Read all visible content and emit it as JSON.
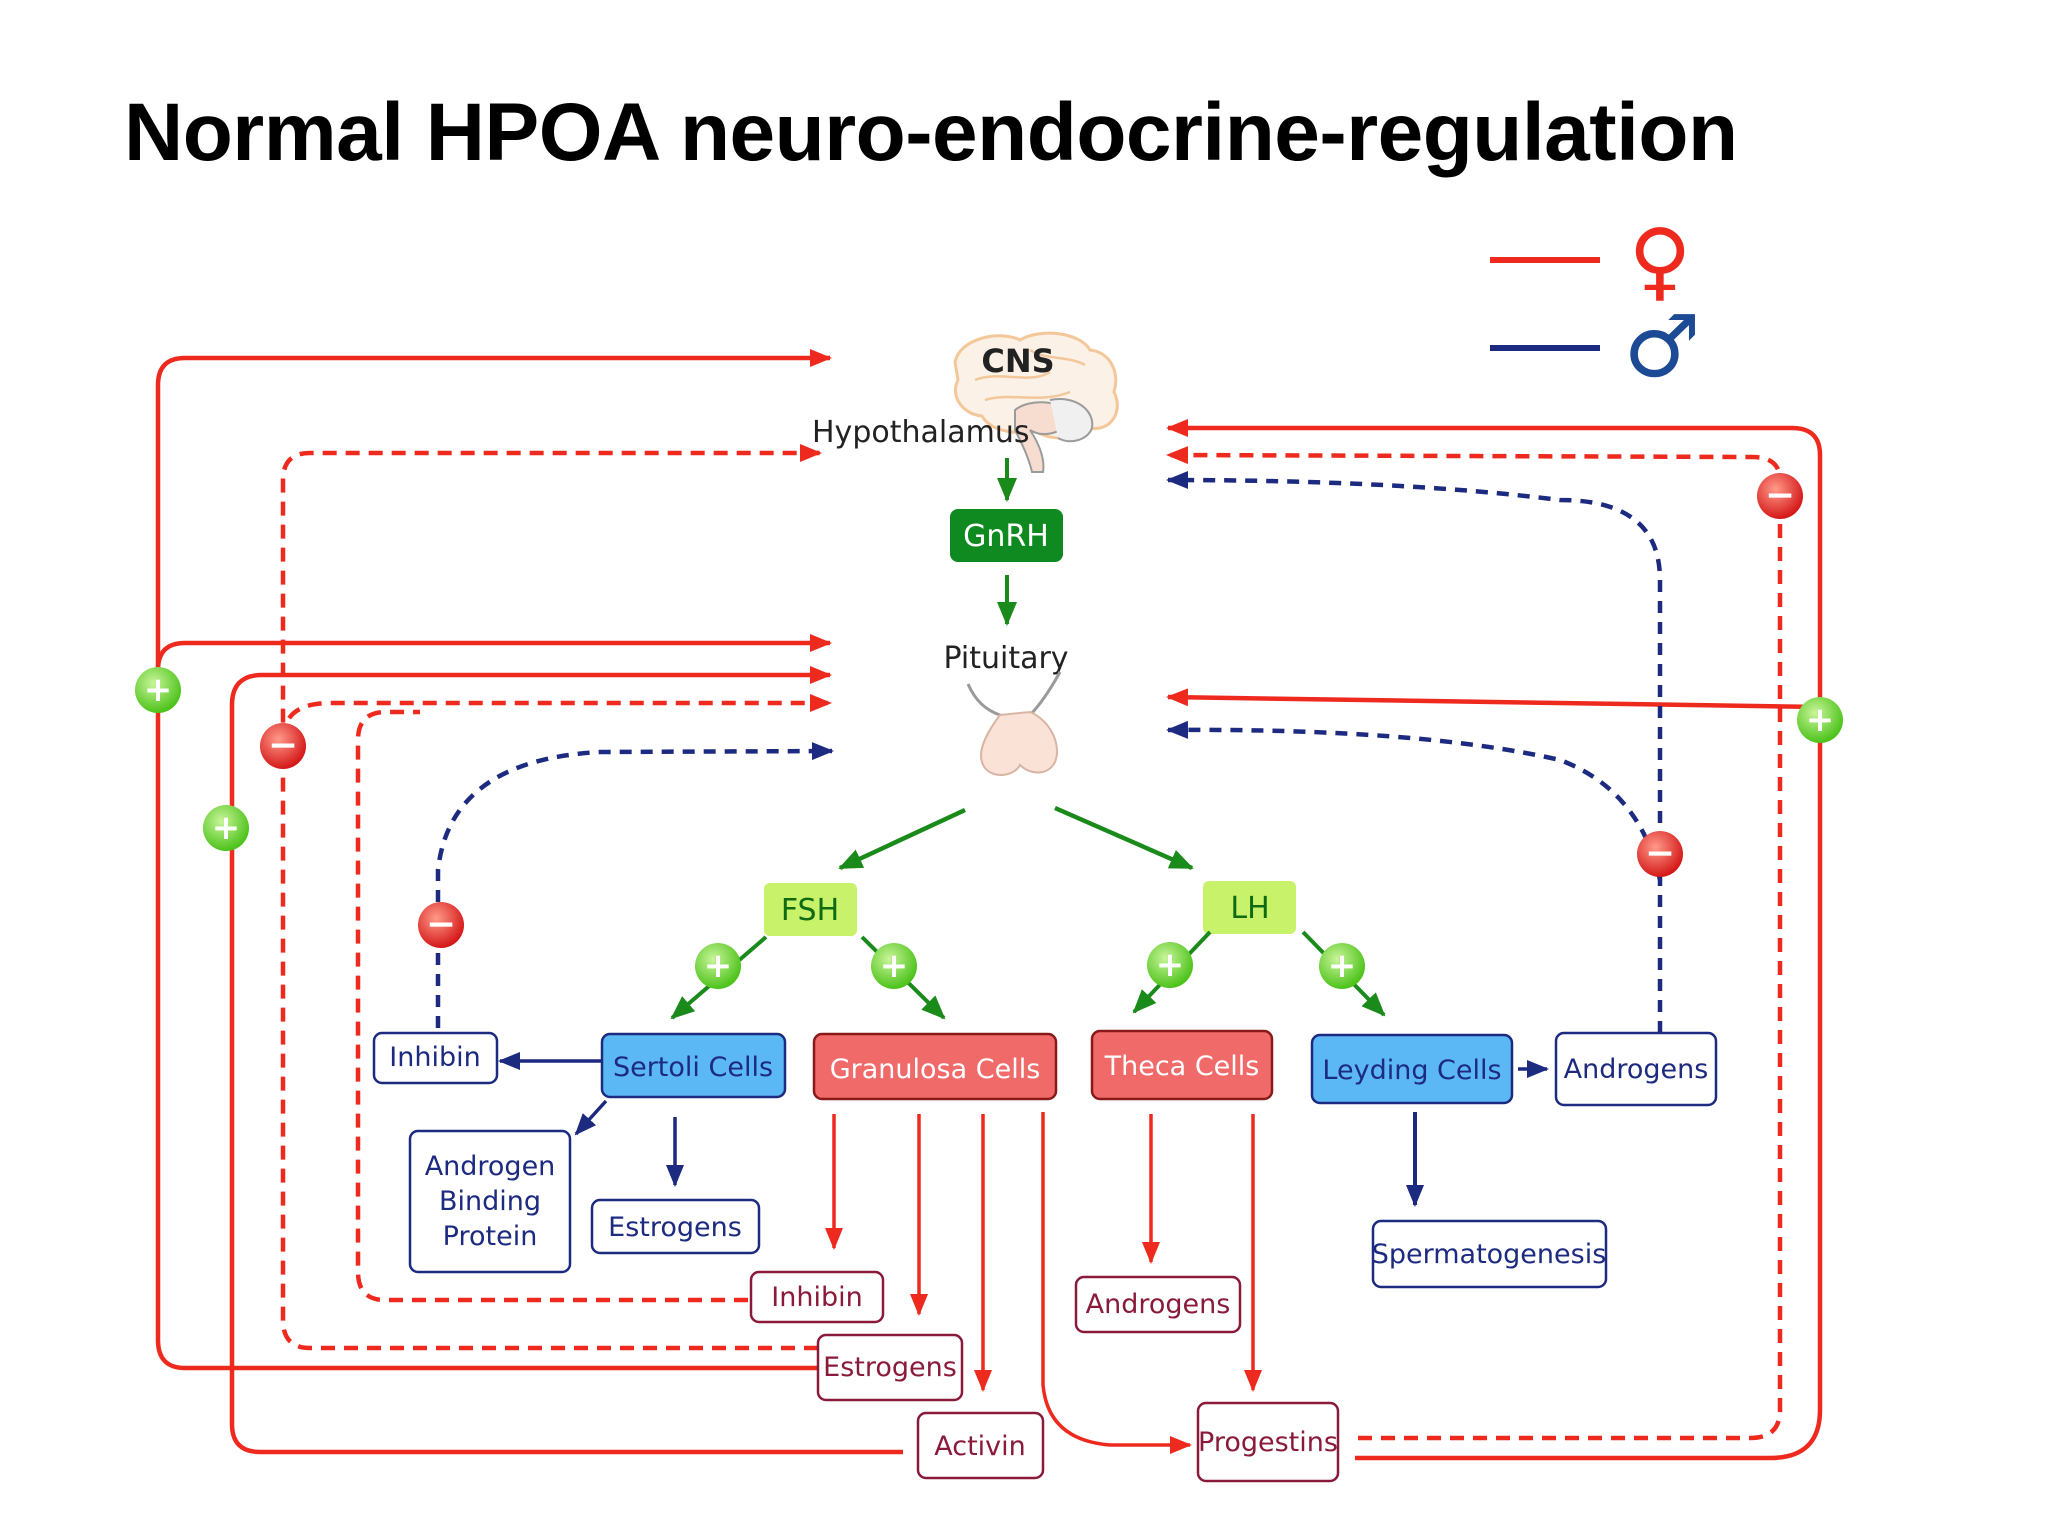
{
  "title": "Normal HPOA neuro-endocrine-regulation",
  "legend": {
    "female_symbol": "♀",
    "male_symbol": "♂",
    "female_color": "#ee2a1e",
    "male_color": "#1c2a80"
  },
  "colors": {
    "female": "#ee2a1e",
    "male": "#1c2a80",
    "stimulation": "#1a8a1a",
    "hormone_box": "#c7f26a",
    "gnrh_box": "#0f8a20",
    "male_cell": "#5cb8f5",
    "female_cell": "#f06a6a"
  },
  "nodes": {
    "cns": "CNS",
    "hypothalamus": "Hypothalamus",
    "gnrh": "GnRH",
    "pituitary": "Pituitary",
    "fsh": "FSH",
    "lh": "LH",
    "sertoli": "Sertoli Cells",
    "granulosa": "Granulosa Cells",
    "theca": "Theca Cells",
    "leydig": "Leyding Cells",
    "inhibin_male": "Inhibin",
    "abp_line1": "Androgen",
    "abp_line2": "Binding",
    "abp_line3": "Protein",
    "estrogens_male": "Estrogens",
    "androgens_male": "Androgens",
    "spermatogenesis": "Spermatogenesis",
    "inhibin_female": "Inhibin",
    "estrogens_female": "Estrogens",
    "activin": "Activin",
    "androgens_female": "Androgens",
    "progestins": "Progestins"
  },
  "signs": {
    "plus": "+",
    "minus": "−"
  }
}
